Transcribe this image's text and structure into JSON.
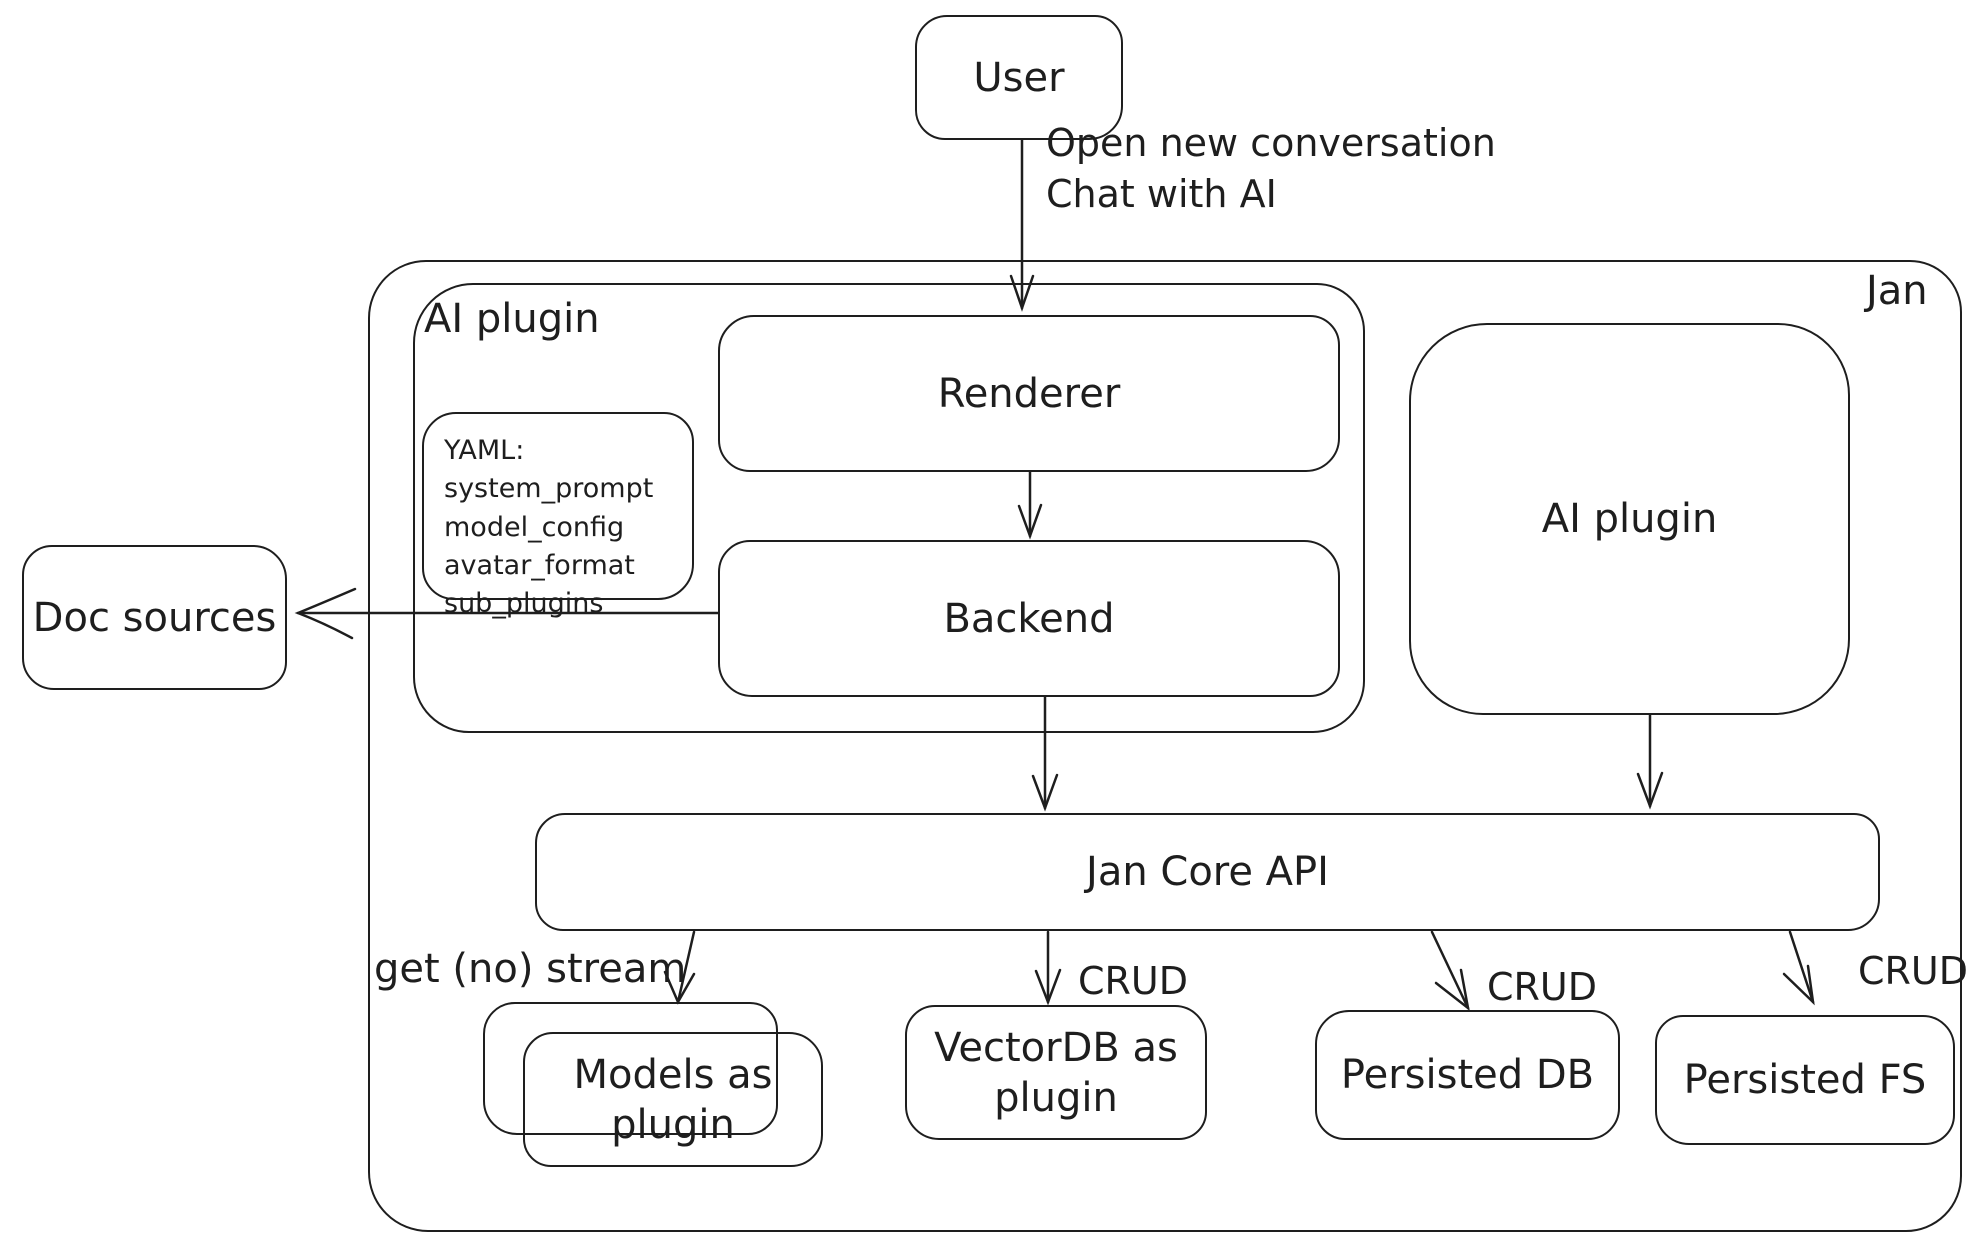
{
  "colors": {
    "stroke": "#1e1e1e",
    "background": "#ffffff"
  },
  "nodes": {
    "user": "User",
    "jan_container": "Jan",
    "ai_plugin_left": "AI plugin",
    "renderer": "Renderer",
    "backend": "Backend",
    "ai_plugin_right": "AI plugin",
    "doc_sources": "Doc sources",
    "jan_core_api": "Jan Core API",
    "models_as_plugin": "Models as plugin",
    "vectordb_as_plugin": "VectorDB as plugin",
    "persisted_db": "Persisted DB",
    "persisted_fs": "Persisted FS"
  },
  "yaml_note": {
    "lines": [
      "YAML:",
      "system_prompt",
      "model_config",
      "avatar_format",
      "sub_plugins"
    ]
  },
  "edge_labels": {
    "user_flow": "Open new conversation\nChat with AI",
    "get_no_stream": "get (no) stream",
    "crud_vectordb": "CRUD",
    "crud_persisted_db": "CRUD",
    "crud_persisted_fs": "CRUD"
  }
}
